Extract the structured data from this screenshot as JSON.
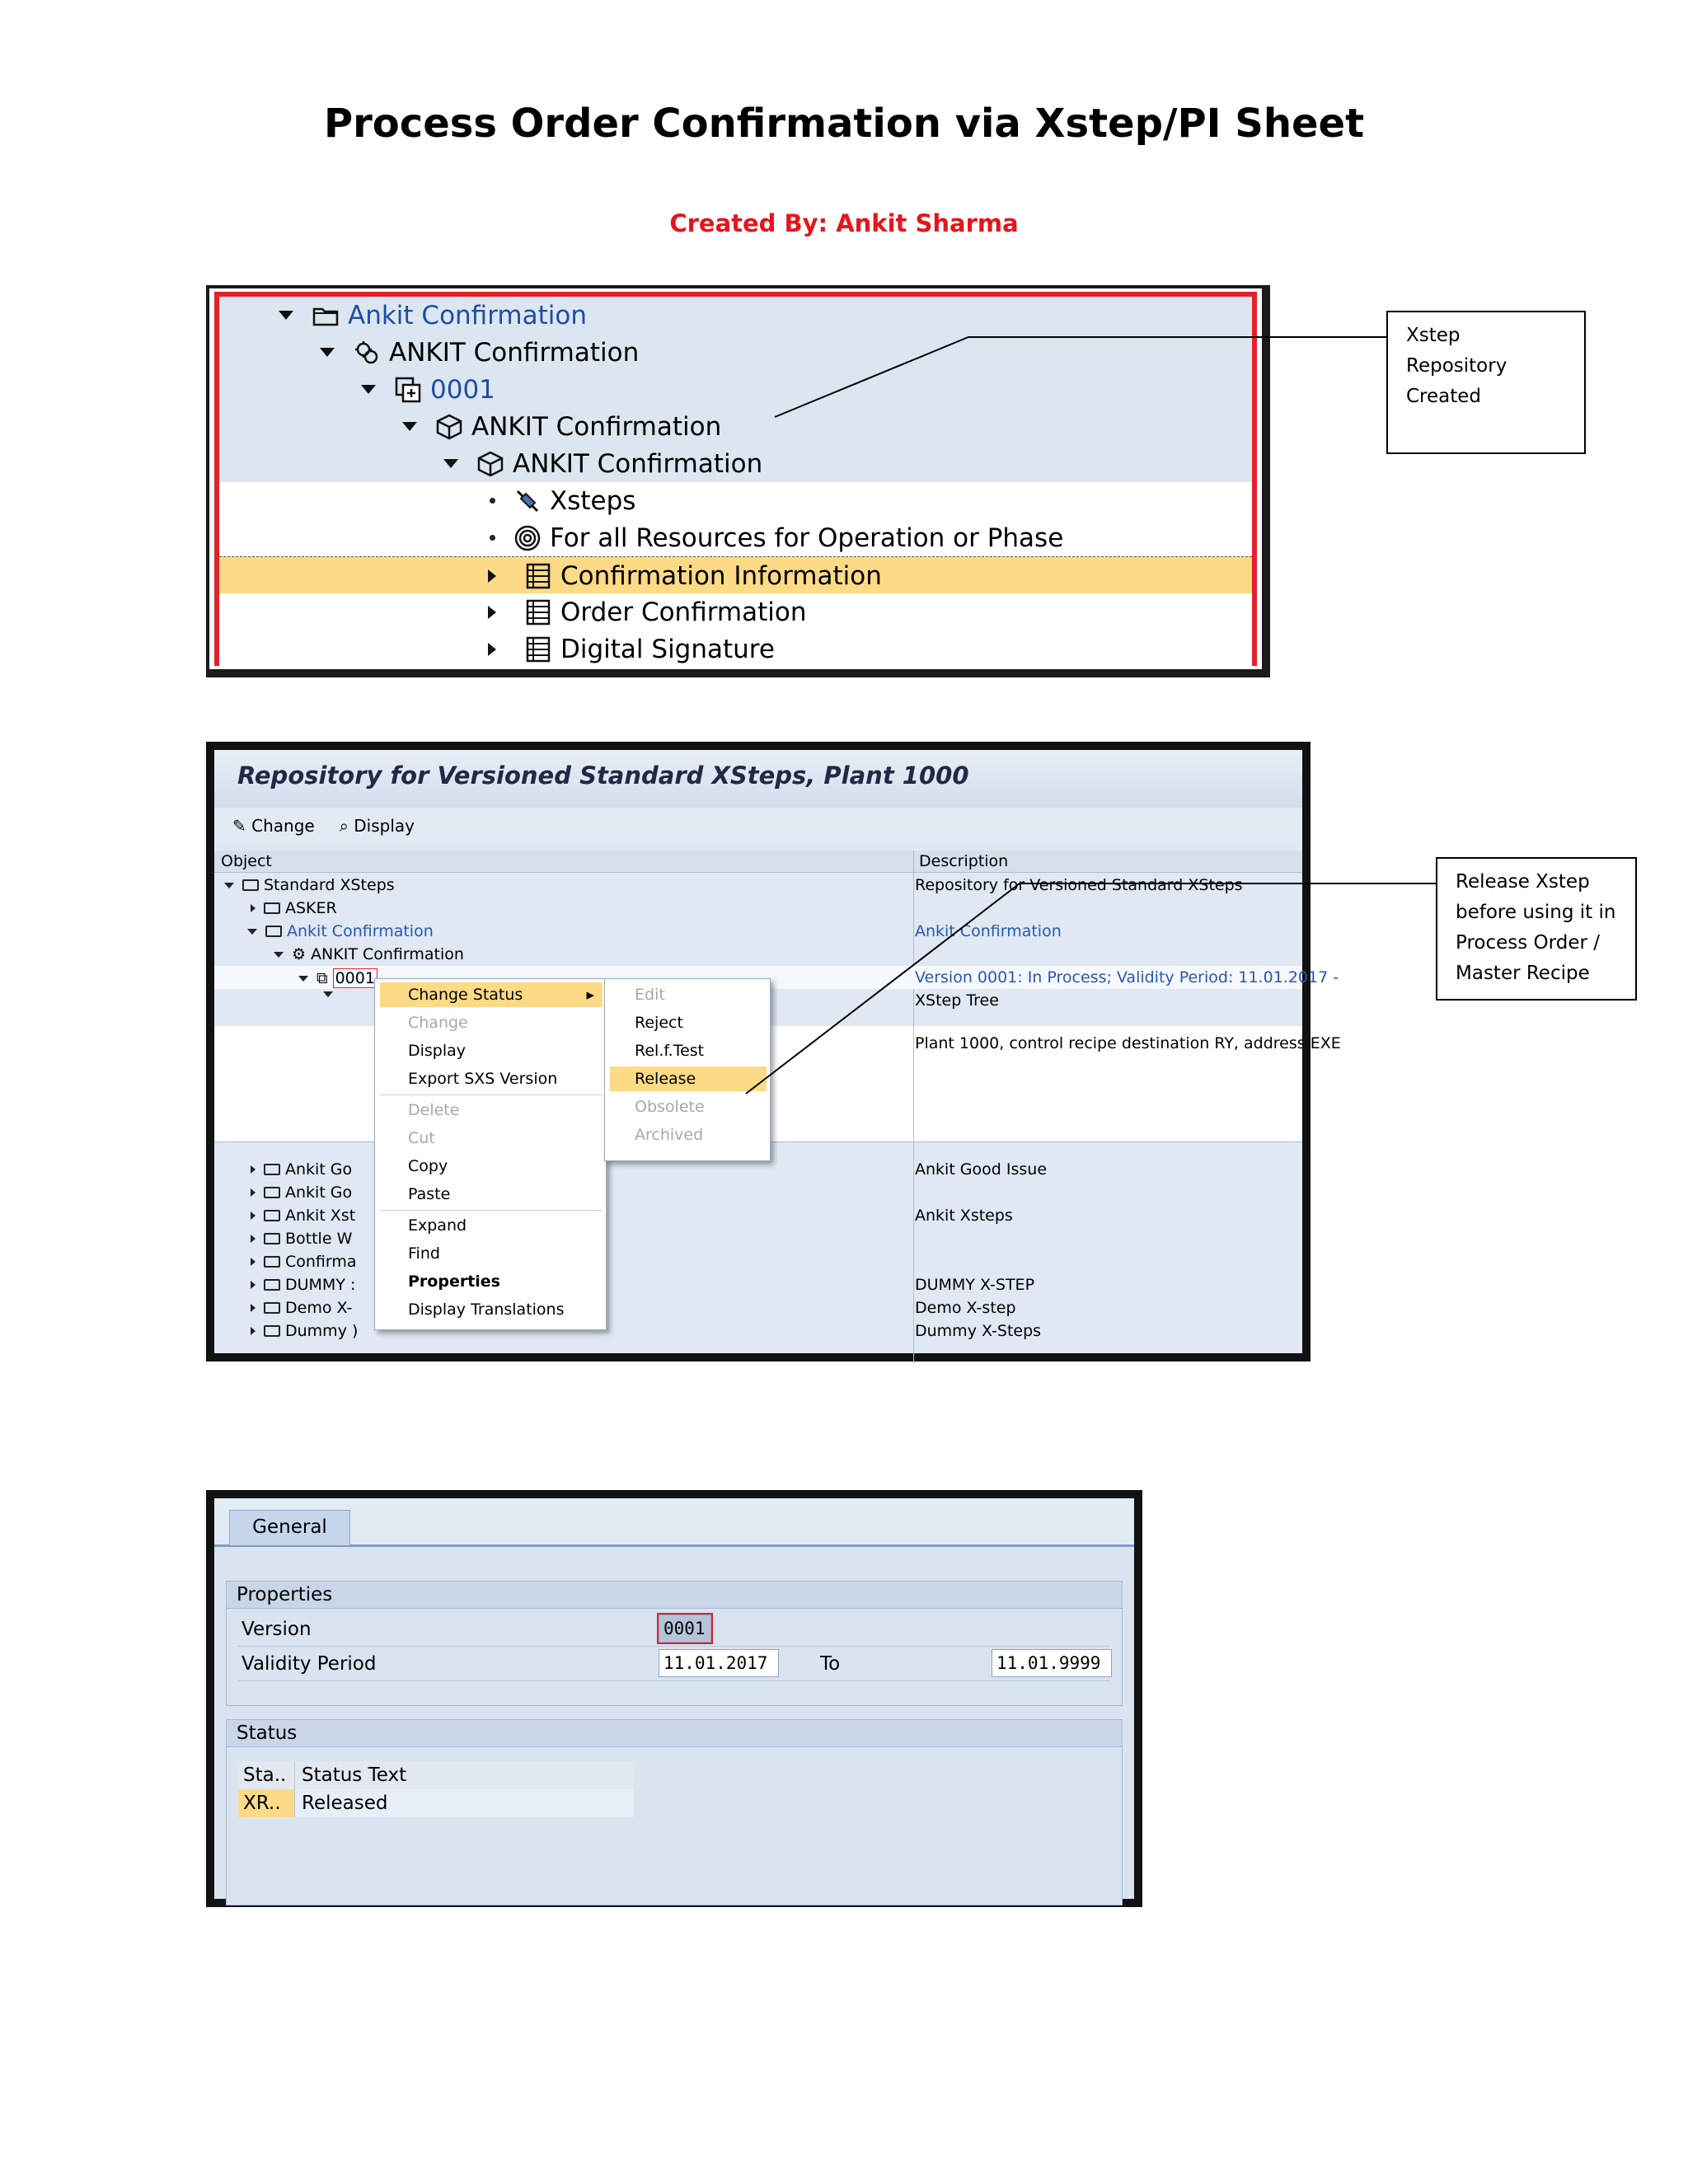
{
  "document": {
    "title": "Process Order Confirmation via Xstep/PI Sheet",
    "author": "Created By: Ankit Sharma"
  },
  "callouts": [
    "Xstep Repository Created",
    "Release Xstep before using it in Process Order / Master Recipe"
  ],
  "callout_lines": {
    "c1": [
      "Xstep Repository",
      "Created"
    ],
    "c2": [
      "Release Xstep",
      "before using it in",
      "Process Order /",
      "Master Recipe"
    ]
  },
  "screenshot1": {
    "rows": [
      {
        "label": "Ankit Confirmation",
        "icon": "folder-icon"
      },
      {
        "label": "ANKIT Confirmation",
        "icon": "gears-icon"
      },
      {
        "label": "0001",
        "icon": "version-icon"
      },
      {
        "label": "ANKIT Confirmation",
        "icon": "cube-icon"
      },
      {
        "label": "ANKIT Confirmation",
        "icon": "cube-icon"
      },
      {
        "label": "Xsteps",
        "icon": "xstep-icon"
      },
      {
        "label": "For all Resources for Operation or Phase",
        "icon": "spiral-icon"
      },
      {
        "label": "Confirmation Information",
        "icon": "table-icon"
      },
      {
        "label": "Order Confirmation",
        "icon": "table-icon"
      },
      {
        "label": "Digital Signature",
        "icon": "table-icon"
      }
    ]
  },
  "screenshot2": {
    "title": "Repository for Versioned Standard XSteps, Plant 1000",
    "toolbar": {
      "change": "Change",
      "display": "Display"
    },
    "columns": {
      "object": "Object",
      "description": "Description"
    },
    "rows": [
      {
        "obj": "Standard XSteps",
        "desc": "Repository for Versioned Standard XSteps"
      },
      {
        "obj": "ASKER",
        "desc": ""
      },
      {
        "obj": "Ankit Confirmation",
        "desc": "Ankit Confirmation"
      },
      {
        "obj": "ANKIT Confirmation",
        "desc": ""
      },
      {
        "obj": "0001",
        "desc": "Version 0001: In Process; Validity Period: 11.01.2017 -"
      },
      {
        "obj": "",
        "desc": "XStep Tree"
      },
      {
        "obj": "",
        "desc": "Plant 1000, control recipe destination RY, address EXE"
      },
      {
        "obj": "Ankit Go",
        "desc": "Ankit Good Issue"
      },
      {
        "obj": "Ankit Go",
        "desc": ""
      },
      {
        "obj": "Ankit Xst",
        "desc": "Ankit Xsteps"
      },
      {
        "obj": "Bottle W",
        "desc": ""
      },
      {
        "obj": "Confirma",
        "desc": ""
      },
      {
        "obj": "DUMMY :",
        "desc": "DUMMY X-STEP"
      },
      {
        "obj": "Demo X-",
        "desc": "Demo X-step"
      },
      {
        "obj": "Dummy )",
        "desc": "Dummy X-Steps"
      }
    ],
    "context_menu": [
      "Change Status",
      "Change",
      "Display",
      "Export SXS Version",
      "Delete",
      "Cut",
      "Copy",
      "Paste",
      "Expand",
      "Find",
      "Properties",
      "Display Translations"
    ],
    "submenu": [
      "Edit",
      "Reject",
      "Rel.f.Test",
      "Release",
      "Obsolete",
      "Archived"
    ]
  },
  "screenshot3": {
    "tab": "General",
    "properties_title": "Properties",
    "version_label": "Version",
    "version_value": "0001",
    "validity_label": "Validity Period",
    "valid_from": "11.01.2017",
    "to_label": "To",
    "valid_to": "11.01.9999",
    "status_title": "Status",
    "status_cols": [
      "Sta..",
      "Status Text"
    ],
    "status_code": "XR..",
    "status_text": "Released"
  },
  "colors": {
    "author": "#e8141b",
    "highlight": "#fcda86",
    "frame": "#e5202a",
    "sap_blue_bg": "#dce6f1"
  }
}
